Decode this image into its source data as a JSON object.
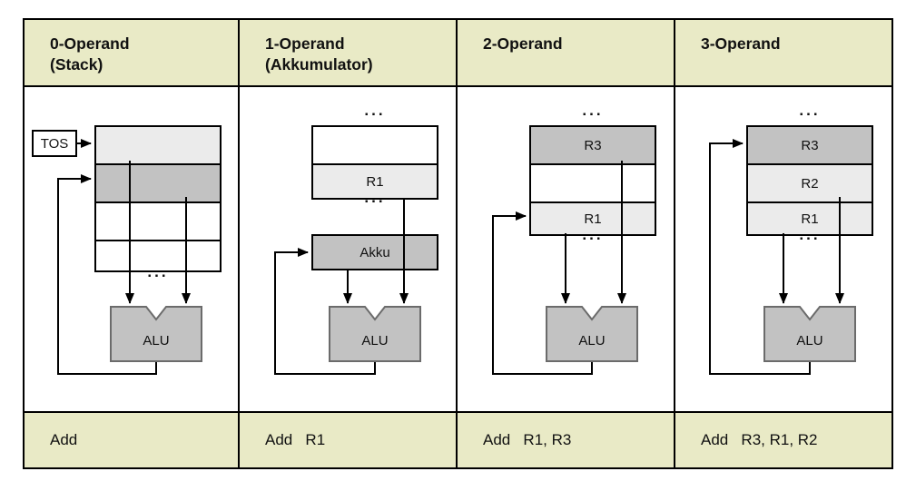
{
  "colors": {
    "header_bg": "#e9eac6",
    "row_light": "#ebebeb",
    "row_dark": "#c2c2c2",
    "alu_fill": "#c2c2c2",
    "alu_border": "#6b6b6b",
    "line": "#000000",
    "table_border": "#000000"
  },
  "columns": [
    {
      "header": "0-Operand\n(Stack)",
      "instruction": "Add",
      "tos_label": "TOS",
      "dots_below": "...",
      "alu_label": "ALU"
    },
    {
      "header": "1-Operand\n(Akkumulator)",
      "instruction": "Add   R1",
      "dots_above": "...",
      "reg_rows": [
        "",
        "R1"
      ],
      "dots_below": "...",
      "akku_label": "Akku",
      "alu_label": "ALU"
    },
    {
      "header": "2-Operand",
      "instruction": "Add   R1, R3",
      "dots_above": "...",
      "reg_rows": [
        "R3",
        "",
        "R1"
      ],
      "dots_below": "...",
      "alu_label": "ALU"
    },
    {
      "header": "3-Operand",
      "instruction": "Add   R3, R1, R2",
      "dots_above": "...",
      "reg_rows": [
        "R3",
        "R2",
        "R1"
      ],
      "dots_below": "...",
      "alu_label": "ALU"
    }
  ]
}
